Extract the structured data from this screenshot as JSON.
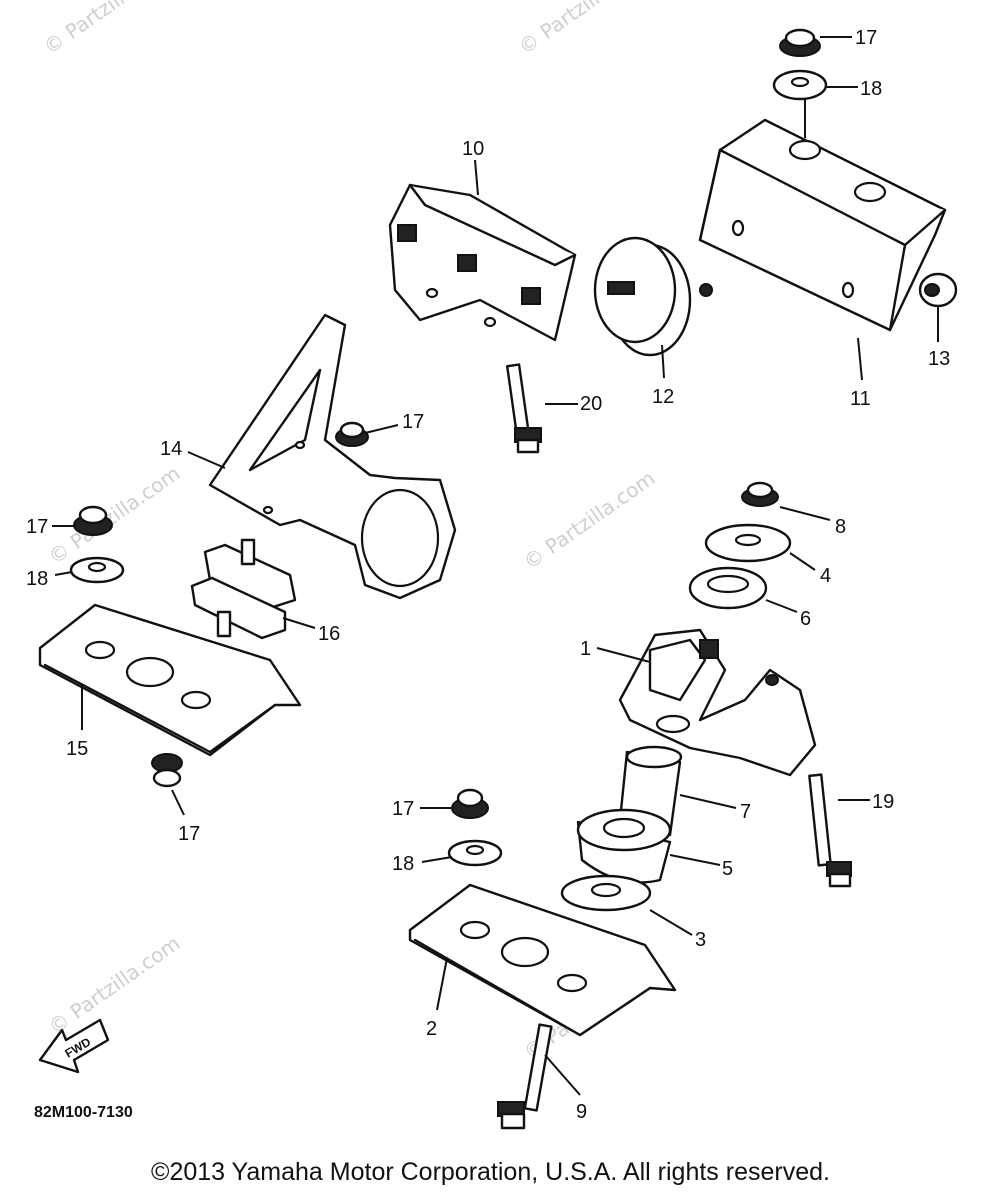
{
  "watermark": "© Partzilla.com",
  "diagram_code": "82M100-7130",
  "fwd_label": "FWD",
  "copyright": "©2013 Yamaha Motor Corporation, U.S.A. All rights reserved.",
  "callouts": {
    "c1": "1",
    "c2": "2",
    "c3": "3",
    "c4": "4",
    "c5": "5",
    "c6": "6",
    "c7": "7",
    "c8": "8",
    "c9": "9",
    "c10": "10",
    "c11": "11",
    "c12": "12",
    "c13": "13",
    "c14": "14",
    "c15": "15",
    "c16": "16",
    "c17a": "17",
    "c17b": "17",
    "c17c": "17",
    "c17d": "17",
    "c17e": "17",
    "c18a": "18",
    "c18b": "18",
    "c18c": "18",
    "c19": "19",
    "c20": "20"
  }
}
